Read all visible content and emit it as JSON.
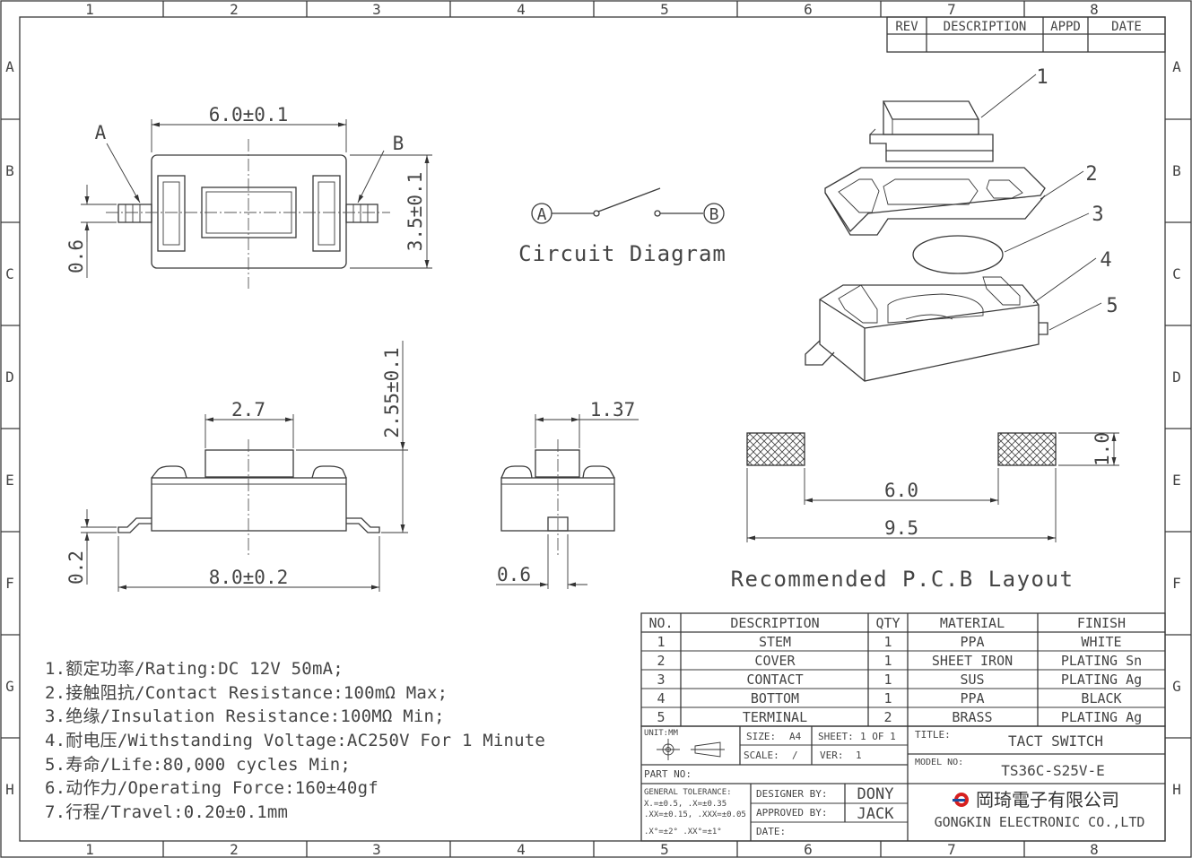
{
  "grid": {
    "columns": [
      "1",
      "2",
      "3",
      "4",
      "5",
      "6",
      "7",
      "8"
    ],
    "rows": [
      "A",
      "B",
      "C",
      "D",
      "E",
      "F",
      "G",
      "H"
    ]
  },
  "revision_block": {
    "headers": [
      "REV",
      "DESCRIPTION",
      "APPD",
      "DATE"
    ]
  },
  "top_view": {
    "width_dim": "6.0±0.1",
    "height_dim": "3.5±0.1",
    "terminal_dim": "0.6",
    "terminal_a": "A",
    "terminal_b": "B"
  },
  "circuit": {
    "terminal_a": "A",
    "terminal_b": "B",
    "title": "Circuit Diagram"
  },
  "side_view": {
    "stem_width": "2.7",
    "height": "2.55±0.1",
    "offset": "0.2",
    "length": "8.0±0.2"
  },
  "end_view": {
    "stem_width": "1.37",
    "terminal_width": "0.6"
  },
  "exploded": {
    "callouts": [
      "1",
      "2",
      "3",
      "4",
      "5"
    ]
  },
  "pcb": {
    "pad_height": "1.0",
    "inner": "6.0",
    "outer": "9.5",
    "title": "Recommended P.C.B Layout"
  },
  "specs": [
    "1.额定功率/Rating:DC 12V 50mA;",
    "2.接触阻抗/Contact Resistance:100mΩ Max;",
    "3.绝缘/Insulation Resistance:100MΩ Min;",
    "4.耐电压/Withstanding Voltage:AC250V For 1 Minute",
    "5.寿命/Life:80,000 cycles Min;",
    "6.动作力/Operating Force:160±40gf",
    "7.行程/Travel:0.20±0.1mm"
  ],
  "bom": {
    "headers": [
      "NO.",
      "DESCRIPTION",
      "QTY",
      "MATERIAL",
      "FINISH"
    ],
    "rows": [
      [
        "1",
        "STEM",
        "1",
        "PPA",
        "WHITE"
      ],
      [
        "2",
        "COVER",
        "1",
        "SHEET IRON",
        "PLATING Sn"
      ],
      [
        "3",
        "CONTACT",
        "1",
        "SUS",
        "PLATING Ag"
      ],
      [
        "4",
        "BOTTOM",
        "1",
        "PPA",
        "BLACK"
      ],
      [
        "5",
        "TERMINAL",
        "2",
        "BRASS",
        "PLATING Ag"
      ]
    ]
  },
  "title_block": {
    "unit_label": "UNIT:MM",
    "size_label": "SIZE:",
    "size_value": "A4",
    "sheet_label": "SHEET:",
    "sheet_value": "1 OF 1",
    "scale_label": "SCALE:",
    "scale_value": "/",
    "ver_label": "VER:",
    "ver_value": "1",
    "part_no_label": "PART NO:",
    "title_label": "TITLE:",
    "title_value": "TACT SWITCH",
    "model_label": "MODEL NO:",
    "model_value": "TS36C-S25V-E",
    "tolerance_title": "GENERAL TOLERANCE:",
    "tolerance_line1": "X.=±0.5,   .X=±0.35",
    "tolerance_line2": ".XX=±0.15, .XXX=±0.05",
    "tolerance_line3": ".X°=±2° .XX°=±1°",
    "designer_label": "DESIGNER BY:",
    "designer_value": "DONY",
    "approved_label": "APPROVED BY:",
    "approved_value": "JACK",
    "date_label": "DATE:",
    "company_cn": "岡琦電子有限公司",
    "company_en": "GONGKIN ELECTRONIC CO.,LTD",
    "logo_color": "#d62020"
  }
}
